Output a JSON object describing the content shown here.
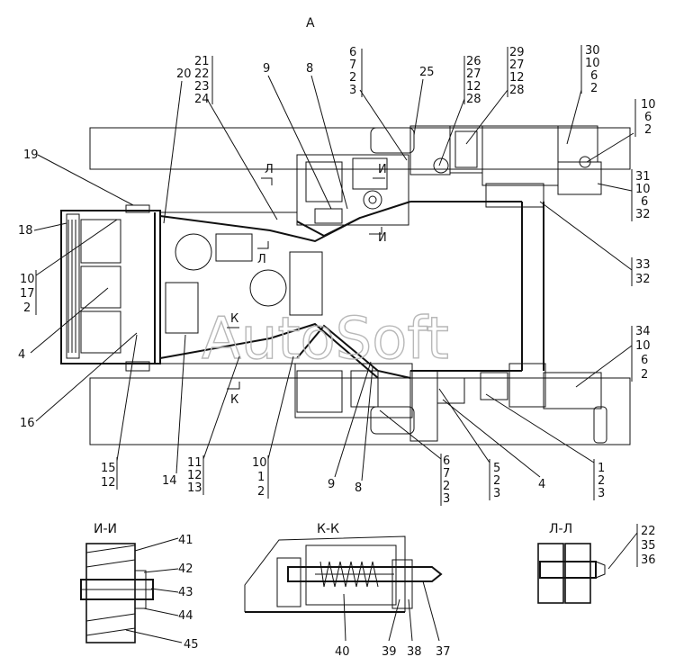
{
  "view_label": "А",
  "watermark": "AutoSoft",
  "callouts_top": {
    "c21_24": [
      "21",
      "22",
      "23",
      "24"
    ],
    "c20": "20",
    "c9": "9",
    "c8": "8",
    "c6_3": [
      "6",
      "7",
      "2",
      "3"
    ],
    "c25": "25",
    "c26_28": [
      "26",
      "27",
      "12",
      "28"
    ],
    "c29_28": [
      "29",
      "27",
      "12",
      "28"
    ],
    "c30_2": [
      "30",
      "10",
      "6",
      "2"
    ],
    "c10_6_2": [
      "10",
      "6",
      "2"
    ]
  },
  "callouts_left": {
    "c19": "19",
    "c18": "18",
    "c10_17_2": [
      "10",
      "17",
      "2"
    ],
    "c4": "4",
    "c16": "16"
  },
  "callouts_right": {
    "c31_32": [
      "31",
      "10",
      "6",
      "32"
    ],
    "c33_32": [
      "33",
      "32"
    ],
    "c34_2": [
      "34",
      "10",
      "6",
      "2"
    ]
  },
  "callouts_bottom": {
    "c15_12": [
      "15",
      "12"
    ],
    "c14": "14",
    "c11_13": [
      "11",
      "12",
      "13"
    ],
    "c10_1_2": [
      "10",
      "1",
      "2"
    ],
    "c9": "9",
    "c8": "8",
    "c6_3": [
      "6",
      "7",
      "2",
      "3"
    ],
    "c5_3": [
      "5",
      "2",
      "3"
    ],
    "c4": "4",
    "c1_3": [
      "1",
      "2",
      "3"
    ]
  },
  "section_marks": {
    "L_top": "Л",
    "L_bottom": "Л",
    "I_top": "И",
    "I_bottom": "И",
    "K_top": "К",
    "K_bottom": "К"
  },
  "section_views": {
    "ii": {
      "title": "И-И",
      "labels": [
        "41",
        "42",
        "43",
        "44",
        "45"
      ]
    },
    "kk": {
      "title": "К-К",
      "labels": [
        "40",
        "39",
        "38",
        "37"
      ]
    },
    "ll": {
      "title": "Л-Л",
      "labels": [
        "22",
        "35",
        "36"
      ]
    }
  }
}
